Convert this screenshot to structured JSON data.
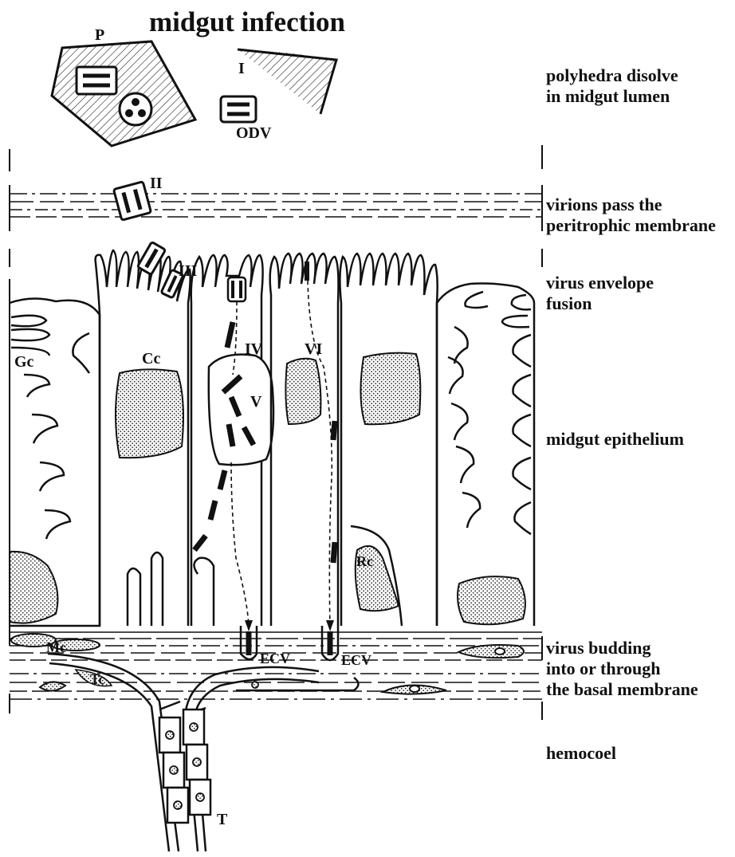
{
  "title": "midgut infection",
  "stages": [
    {
      "label": "polyhedra disolve\nin midgut lumen"
    },
    {
      "label": "virions pass the\nperitrophic membrane"
    },
    {
      "label": "virus envelope\nfusion"
    },
    {
      "label": "midgut epithelium"
    },
    {
      "label": "virus budding\ninto or through\nthe basal membrane"
    },
    {
      "label": "hemocoel"
    }
  ],
  "markers": {
    "P": "P",
    "I": "I",
    "ODV": "ODV",
    "II": "II",
    "III": "III",
    "IV": "IV",
    "V": "V",
    "VI": "VI",
    "Gc": "Gc",
    "Cc": "Cc",
    "Rc": "Rc",
    "Mc": "Mc",
    "Tc": "Tc",
    "T": "T",
    "ECV1": "ECV",
    "ECV2": "ECV"
  }
}
